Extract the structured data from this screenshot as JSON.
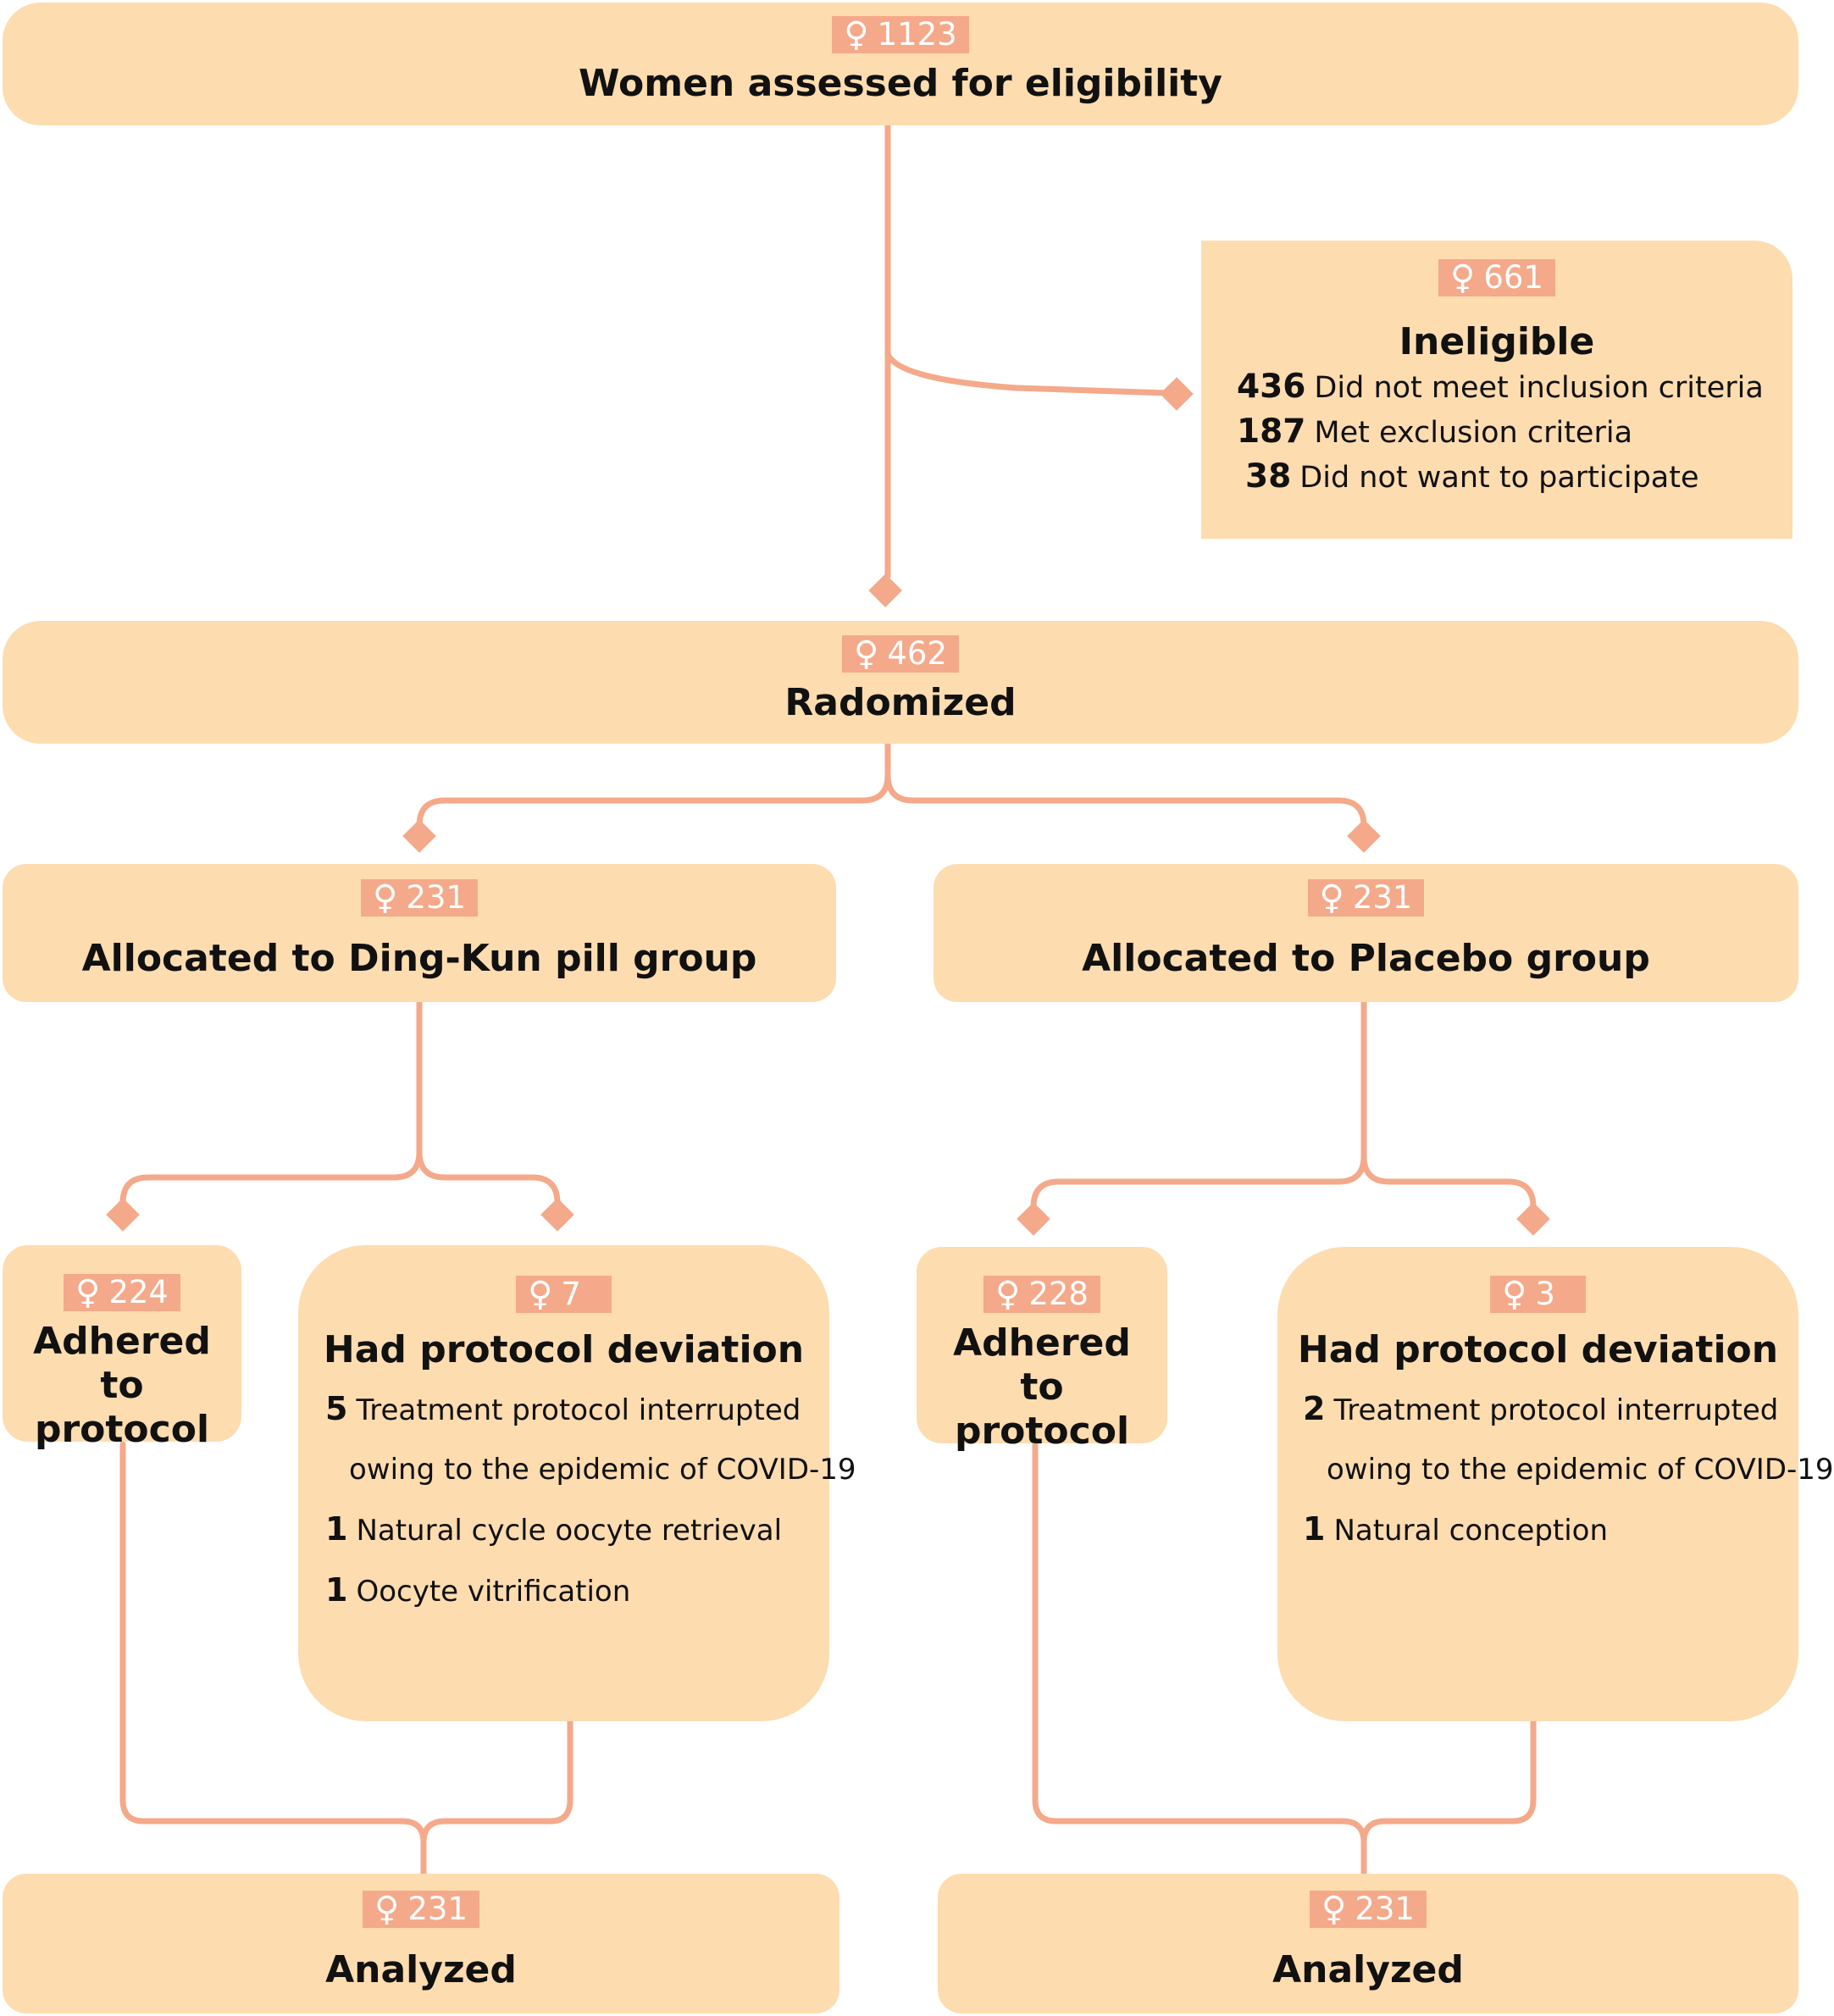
{
  "colors": {
    "box_fill": "#fddcb0",
    "badge_fill": "#f4a98a",
    "connector": "#f4a98a",
    "text": "#111111"
  },
  "icon": "female-symbol-icon",
  "female_symbol": "♀",
  "screening": {
    "count": "1123",
    "label": "Women assessed for eligibility"
  },
  "ineligible": {
    "count": "661",
    "label": "Ineligible",
    "reasons": [
      {
        "n": "436",
        "text": "Did not meet inclusion criteria"
      },
      {
        "n": "187",
        "text": "Met exclusion criteria"
      },
      {
        "n": "38",
        "text": "Did not want to participate"
      }
    ]
  },
  "randomized": {
    "count": "462",
    "label": "Radomized"
  },
  "groups": [
    {
      "allocated_count": "231",
      "allocated_label": "Allocated to Ding-Kun pill group",
      "adhered_count": "224",
      "adhered_label": "Adhered to protocol",
      "deviation_count": "7",
      "deviation_label": "Had protocol deviation",
      "deviation_items": [
        {
          "n": "5",
          "text": "Treatment protocol interrupted",
          "cont": "owing to the epidemic of COVID-19"
        },
        {
          "n": "1",
          "text": "Natural cycle oocyte retrieval"
        },
        {
          "n": "1",
          "text": "Oocyte vitrification"
        }
      ],
      "analyzed_count": "231",
      "analyzed_label": "Analyzed"
    },
    {
      "allocated_count": "231",
      "allocated_label": "Allocated to Placebo group",
      "adhered_count": "228",
      "adhered_label": "Adhered to protocol",
      "deviation_count": "3",
      "deviation_label": "Had protocol deviation",
      "deviation_items": [
        {
          "n": "2",
          "text": "Treatment protocol interrupted",
          "cont": "owing to the epidemic of COVID-19"
        },
        {
          "n": "1",
          "text": "Natural conception"
        }
      ],
      "analyzed_count": "231",
      "analyzed_label": "Analyzed"
    }
  ]
}
